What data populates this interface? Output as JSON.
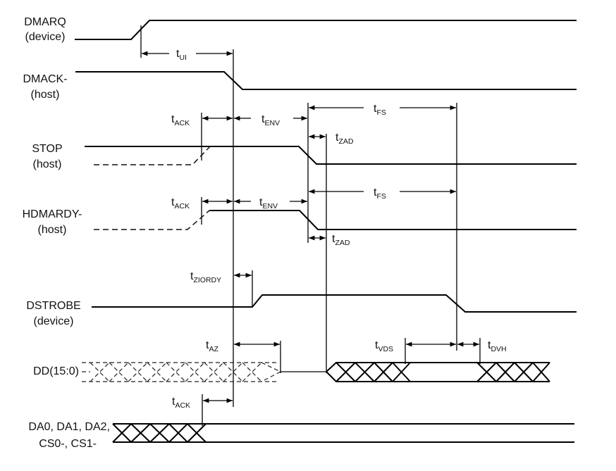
{
  "diagram": {
    "type": "timing-diagram",
    "signals": [
      {
        "id": "dmarq",
        "name": "DMARQ",
        "source": "(device)"
      },
      {
        "id": "dmack",
        "name": "DMACK-",
        "source": "(host)"
      },
      {
        "id": "stop",
        "name": "STOP",
        "source": "(host)"
      },
      {
        "id": "hdmardy",
        "name": "HDMARDY-",
        "source": "(host)"
      },
      {
        "id": "dstrobe",
        "name": "DSTROBE",
        "source": "(device)"
      },
      {
        "id": "dd",
        "name": "DD(15:0)",
        "source": ""
      },
      {
        "id": "da",
        "name": "DA0, DA1, DA2,",
        "source": "CS0-, CS1-"
      }
    ],
    "timings": {
      "t_ui": {
        "t": "t",
        "sub": "UI"
      },
      "t_ack_stop": {
        "t": "t",
        "sub": "ACK"
      },
      "t_env_stop": {
        "t": "t",
        "sub": "ENV"
      },
      "t_fs_stop": {
        "t": "t",
        "sub": "FS"
      },
      "t_zad_stop": {
        "t": "t",
        "sub": "ZAD"
      },
      "t_ack_hdmardy": {
        "t": "t",
        "sub": "ACK"
      },
      "t_env_hdmardy": {
        "t": "t",
        "sub": "ENV"
      },
      "t_fs_hdmardy": {
        "t": "t",
        "sub": "FS"
      },
      "t_zad_hdmardy": {
        "t": "t",
        "sub": "ZAD"
      },
      "t_ziordy": {
        "t": "t",
        "sub": "ZIORDY"
      },
      "t_az": {
        "t": "t",
        "sub": "AZ"
      },
      "t_vds": {
        "t": "t",
        "sub": "VDS"
      },
      "t_dvh": {
        "t": "t",
        "sub": "DVH"
      },
      "t_ack_da": {
        "t": "t",
        "sub": "ACK"
      }
    }
  }
}
